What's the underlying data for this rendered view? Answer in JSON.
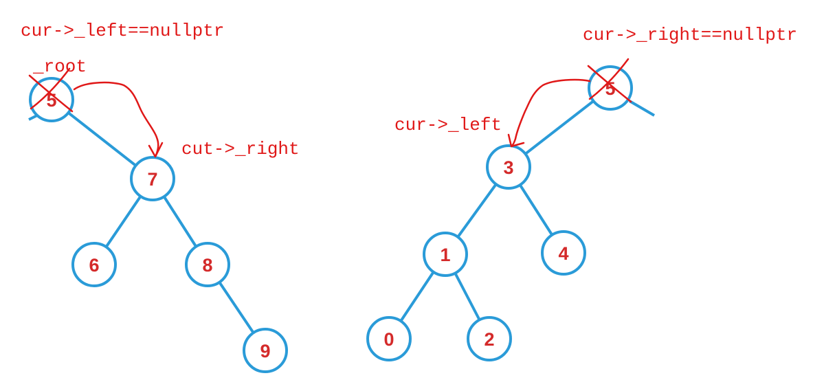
{
  "colors": {
    "edge": "#2a9bd8",
    "node_label": "#d42a2a",
    "annotation": "#e01818",
    "background": "#ffffff"
  },
  "left_tree": {
    "nodes": [
      {
        "id": "L5",
        "label": "5",
        "crossed": true
      },
      {
        "id": "L7",
        "label": "7"
      },
      {
        "id": "L6",
        "label": "6"
      },
      {
        "id": "L8",
        "label": "8"
      },
      {
        "id": "L9",
        "label": "9"
      }
    ],
    "edges": [
      [
        "L5",
        "L7"
      ],
      [
        "L7",
        "L6"
      ],
      [
        "L7",
        "L8"
      ],
      [
        "L8",
        "L9"
      ]
    ]
  },
  "right_tree": {
    "nodes": [
      {
        "id": "R5",
        "label": "5",
        "crossed": true
      },
      {
        "id": "R3",
        "label": "3"
      },
      {
        "id": "R1",
        "label": "1"
      },
      {
        "id": "R4",
        "label": "4"
      },
      {
        "id": "R0",
        "label": "0"
      },
      {
        "id": "R2",
        "label": "2"
      }
    ],
    "edges": [
      [
        "R5",
        "R3"
      ],
      [
        "R3",
        "R1"
      ],
      [
        "R3",
        "R4"
      ],
      [
        "R1",
        "R0"
      ],
      [
        "R1",
        "R2"
      ]
    ]
  },
  "annotations": {
    "left_condition": "cur->_left==nullptr",
    "root_label": "_root",
    "left_target": "cut->_right",
    "right_condition": "cur->_right==nullptr",
    "right_target": "cur->_left"
  }
}
